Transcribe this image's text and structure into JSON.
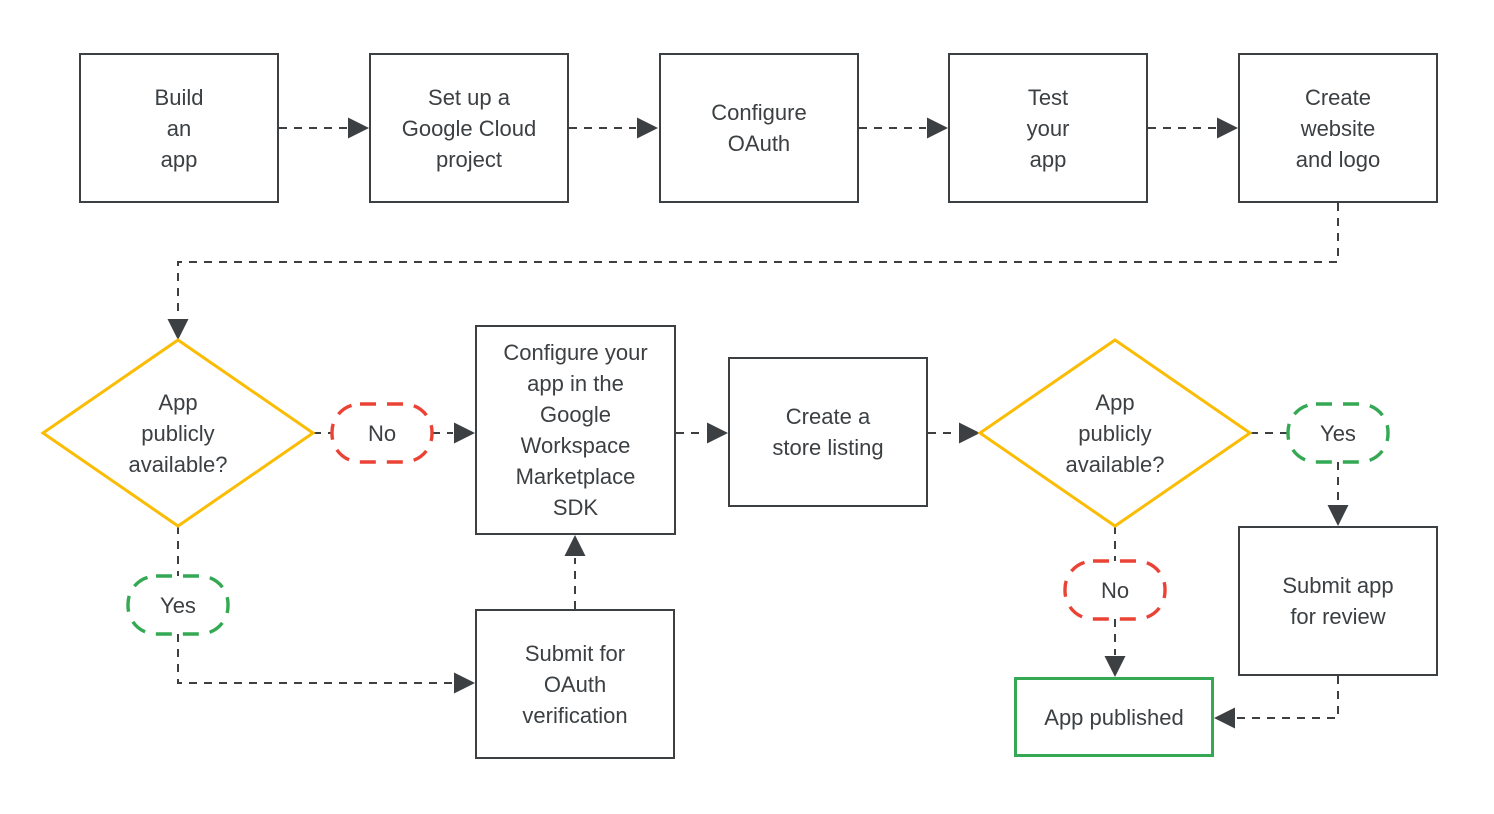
{
  "colors": {
    "ink": "#3C4043",
    "yellow": "#FBBC04",
    "red": "#EA4335",
    "green": "#34A853",
    "background": "#FFFFFF"
  },
  "nodes": {
    "build_app": {
      "label": "Build\nan\napp"
    },
    "setup_project": {
      "label": "Set up a\nGoogle Cloud\nproject"
    },
    "configure_oauth": {
      "label": "Configure\nOAuth"
    },
    "test_app": {
      "label": "Test\nyour\napp"
    },
    "create_website": {
      "label": "Create\nwebsite\nand logo"
    },
    "decision1": {
      "label": "App\npublicly\navailable?"
    },
    "no1": {
      "label": "No"
    },
    "yes1": {
      "label": "Yes"
    },
    "configure_sdk": {
      "label": "Configure your\napp in the\nGoogle\nWorkspace\nMarketplace\nSDK"
    },
    "store_listing": {
      "label": "Create a\nstore listing"
    },
    "submit_oauth": {
      "label": "Submit for\nOAuth\nverification"
    },
    "decision2": {
      "label": "App\npublicly\navailable?"
    },
    "yes2": {
      "label": "Yes"
    },
    "no2": {
      "label": "No"
    },
    "submit_review": {
      "label": "Submit app\nfor review"
    },
    "app_published": {
      "label": "App published"
    }
  }
}
